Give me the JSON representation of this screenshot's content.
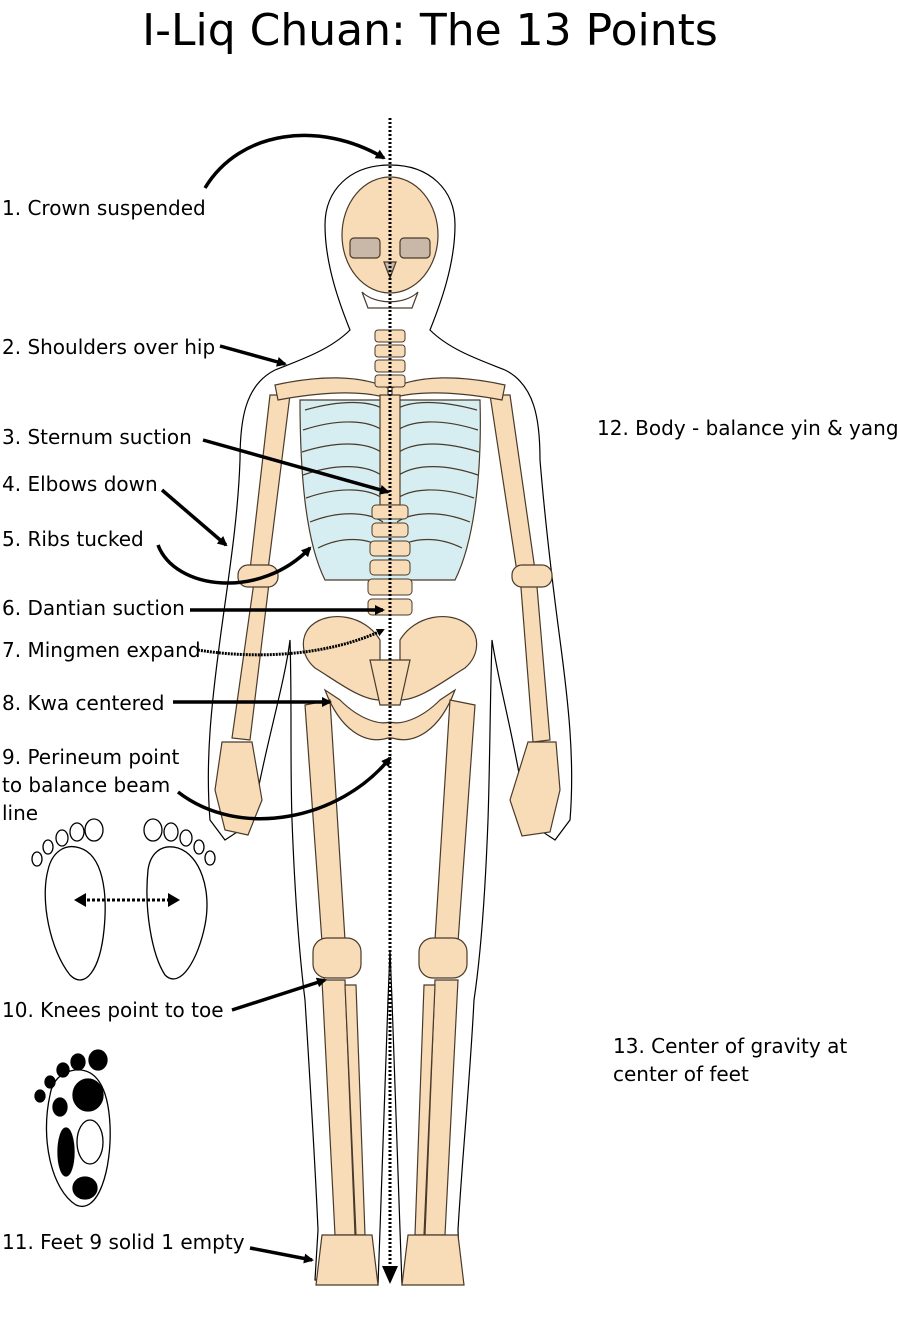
{
  "title": "I-Liq Chuan: The 13 Points",
  "points": [
    {
      "label": "1. Crown suspended"
    },
    {
      "label": "2. Shoulders over hip"
    },
    {
      "label": "3. Sternum suction"
    },
    {
      "label": "4. Elbows down"
    },
    {
      "label": "5. Ribs tucked"
    },
    {
      "label": "6. Dantian suction"
    },
    {
      "label": "7. Mingmen expand"
    },
    {
      "label": "8. Kwa centered"
    },
    {
      "label": "9. Perineum point to balance beam line"
    },
    {
      "label": "10. Knees point to toe"
    },
    {
      "label": "11. Feet 9 solid 1 empty"
    },
    {
      "label": "12. Body - balance yin & yang"
    },
    {
      "label": "13. Center of gravity at center of feet"
    }
  ],
  "colors": {
    "bone": "#f8dcb8",
    "bone_stroke": "#4a3a2a",
    "ribcage_inner": "#d6eef2",
    "outline": "#000000",
    "arrow": "#000000"
  }
}
